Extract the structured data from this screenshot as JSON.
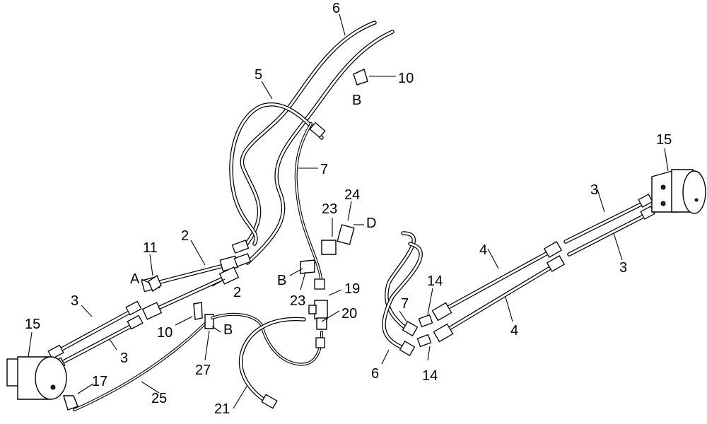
{
  "callouts": {
    "n6_top": "6",
    "n5": "5",
    "n10_top": "10",
    "b_top": "B",
    "n7_mid": "7",
    "n24": "24",
    "n23_top": "23",
    "d_label": "D",
    "n11": "11",
    "a_label": "A",
    "n2_top": "2",
    "n2_bottom": "2",
    "b_mid": "B",
    "n23_bottom": "23",
    "n19": "19",
    "n20": "20",
    "n3_left_top": "3",
    "n3_left_bottom": "3",
    "n10_bottom": "10",
    "b_bottom": "B",
    "n27": "27",
    "n15_left": "15",
    "n17": "17",
    "n25": "25",
    "n21": "21",
    "n7_right": "7",
    "n14_top": "14",
    "n14_bottom": "14",
    "n6_bottom": "6",
    "n4_top": "4",
    "n4_bottom": "4",
    "n3_right_top": "3",
    "n3_right_bottom": "3",
    "n15_right": "15"
  }
}
